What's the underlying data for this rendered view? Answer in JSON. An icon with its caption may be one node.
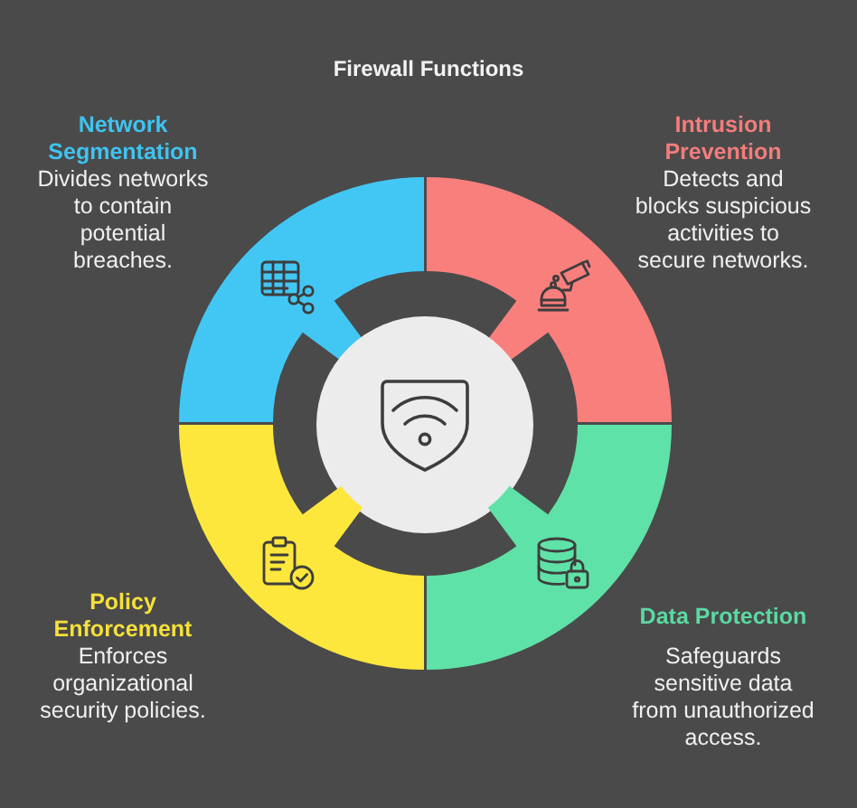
{
  "diagram": {
    "title": "Firewall Functions",
    "nodes": [
      {
        "text": [],
        "shape": "sector",
        "beside": [
          "Network Segmentation",
          "Divides networks to contain potential breaches."
        ]
      },
      {
        "text": [],
        "shape": "sector",
        "beside": [
          "Intrusion Prevention",
          "Detects and blocks suspicious activities to secure networks."
        ]
      },
      {
        "text": [],
        "shape": "circle"
      },
      {
        "text": [],
        "shape": "sector",
        "beside": [
          "Policy Enforcement",
          "Enforces organizational security policies."
        ]
      },
      {
        "text": [],
        "shape": "sector",
        "beside": [
          "Data Protection",
          "Safeguards sensitive data from unauthorized access."
        ]
      }
    ]
  }
}
